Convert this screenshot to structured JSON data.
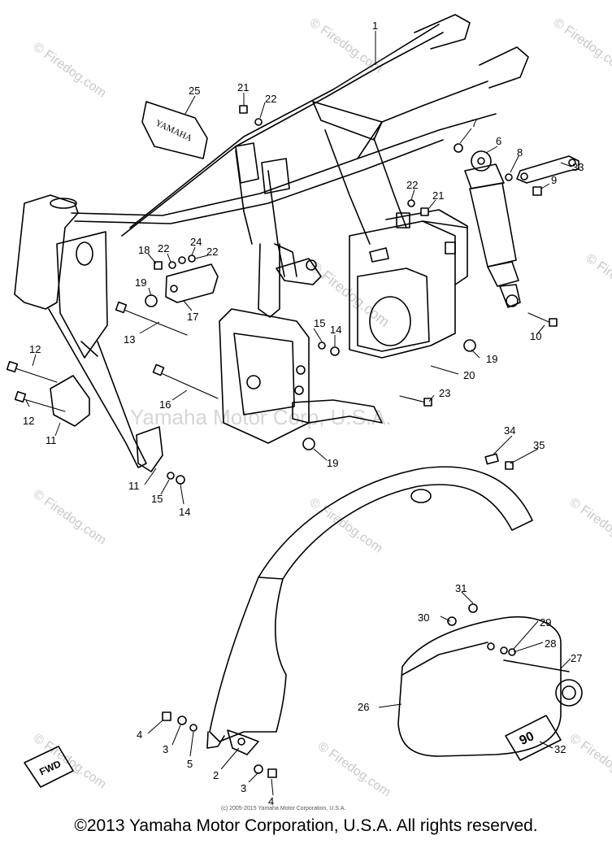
{
  "watermark": {
    "site": "© Firedog.com",
    "company": "Yamaha Motor Corp, U.S.A."
  },
  "inner_copyright": "(c) 2005-2015 Yamaha Motor Corporation, U.S.A.",
  "footer": "©2013 Yamaha Motor Corporation, U.S.A. All rights reserved.",
  "frame_decal": "YAMAHA",
  "fwd_tag": "FWD",
  "side_cover_badge": "90",
  "callouts": {
    "c1": "1",
    "c2": "2",
    "c3a": "3",
    "c3b": "3",
    "c4a": "4",
    "c4b": "4",
    "c5": "5",
    "c6": "6",
    "c7": "7",
    "c8": "8",
    "c9": "9",
    "c10": "10",
    "c11a": "11",
    "c11b": "11",
    "c12a": "12",
    "c12b": "12",
    "c13": "13",
    "c14a": "14",
    "c14b": "14",
    "c15a": "15",
    "c15b": "15",
    "c16": "16",
    "c17": "17",
    "c18": "18",
    "c19a": "19",
    "c19b": "19",
    "c19c": "19",
    "c20": "20",
    "c21a": "21",
    "c21b": "21",
    "c22a": "22",
    "c22b": "22",
    "c22c": "22",
    "c22d": "22",
    "c23": "23",
    "c24": "24",
    "c25": "25",
    "c26": "26",
    "c27": "27",
    "c28": "28",
    "c29": "29",
    "c30": "30",
    "c31": "31",
    "c32": "32",
    "c33": "33",
    "c34": "34",
    "c35": "35"
  }
}
